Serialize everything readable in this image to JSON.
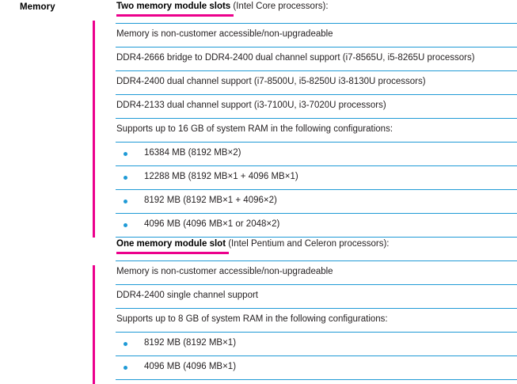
{
  "row_label": "Memory",
  "colors": {
    "accent_magenta": "#ec008c",
    "rule_blue": "#1f9ad6",
    "bullet_blue": "#1f9ad6",
    "text": "#231f20"
  },
  "sections": [
    {
      "heading_strong": "Two memory module slots",
      "heading_rest": " (Intel Core processors):",
      "rows": [
        {
          "type": "text",
          "text": "Memory is non-customer accessible/non-upgradeable"
        },
        {
          "type": "text",
          "text": "DDR4-2666 bridge to DDR4-2400 dual channel support (i7-8565U, i5-8265U processors)"
        },
        {
          "type": "text",
          "text": "DDR4-2400 dual channel support (i7-8500U, i5-8250U i3-8130U processors)"
        },
        {
          "type": "text",
          "text": "DDR4-2133 dual channel support (i3-7100U, i3-7020U processors)"
        },
        {
          "type": "text",
          "text": "Supports up to 16 GB of system RAM in the following configurations:"
        },
        {
          "type": "bullet",
          "text": "16384 MB (8192 MB×2)"
        },
        {
          "type": "bullet",
          "text": "12288 MB (8192 MB×1 + 4096 MB×1)"
        },
        {
          "type": "bullet",
          "text": "8192 MB (8192 MB×1 + 4096×2)"
        },
        {
          "type": "bullet",
          "text": "4096 MB (4096 MB×1 or 2048×2)"
        }
      ]
    },
    {
      "heading_strong": "One memory module slot",
      "heading_rest": " (Intel Pentium and Celeron processors):",
      "rows": [
        {
          "type": "text",
          "text": "Memory is non-customer accessible/non-upgradeable"
        },
        {
          "type": "text",
          "text": "DDR4-2400 single channel support"
        },
        {
          "type": "text",
          "text": "Supports up to 8 GB of system RAM in the following configurations:"
        },
        {
          "type": "bullet",
          "text": "8192 MB (8192 MB×1)"
        },
        {
          "type": "bullet",
          "text": "4096 MB (4096 MB×1)"
        }
      ]
    }
  ]
}
